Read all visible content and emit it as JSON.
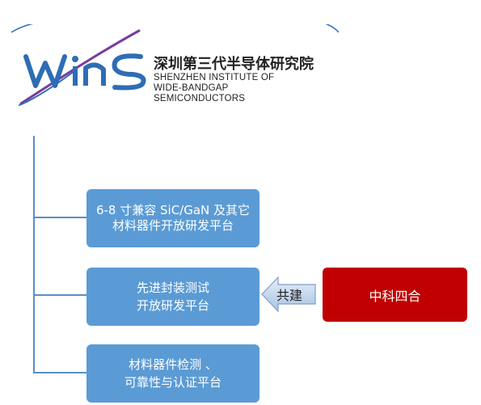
{
  "organization": {
    "name_cn": "深圳第三代半导体研究院",
    "name_en": [
      "SHENZHEN INSTITUTE OF",
      "WIDE-BANDGAP",
      "SEMICONDUCTORS"
    ],
    "logo_text": "WinS"
  },
  "platforms": [
    {
      "lines": [
        "6-8 寸兼容 SiC/GaN 及其它",
        "材料器件开放研发平台"
      ]
    },
    {
      "lines": [
        "先进封装测试",
        "开放研发平台"
      ]
    },
    {
      "lines": [
        "材料器件检测 、",
        "可靠性与认证平台"
      ]
    }
  ],
  "partner": {
    "label": "中科四合"
  },
  "arrow": {
    "label": "共建"
  },
  "colors": {
    "platform_box": "#5b9bd5",
    "partner_box": "#c00000",
    "connector": "#5b8ec8",
    "logo_blue": "#2e6db5"
  }
}
